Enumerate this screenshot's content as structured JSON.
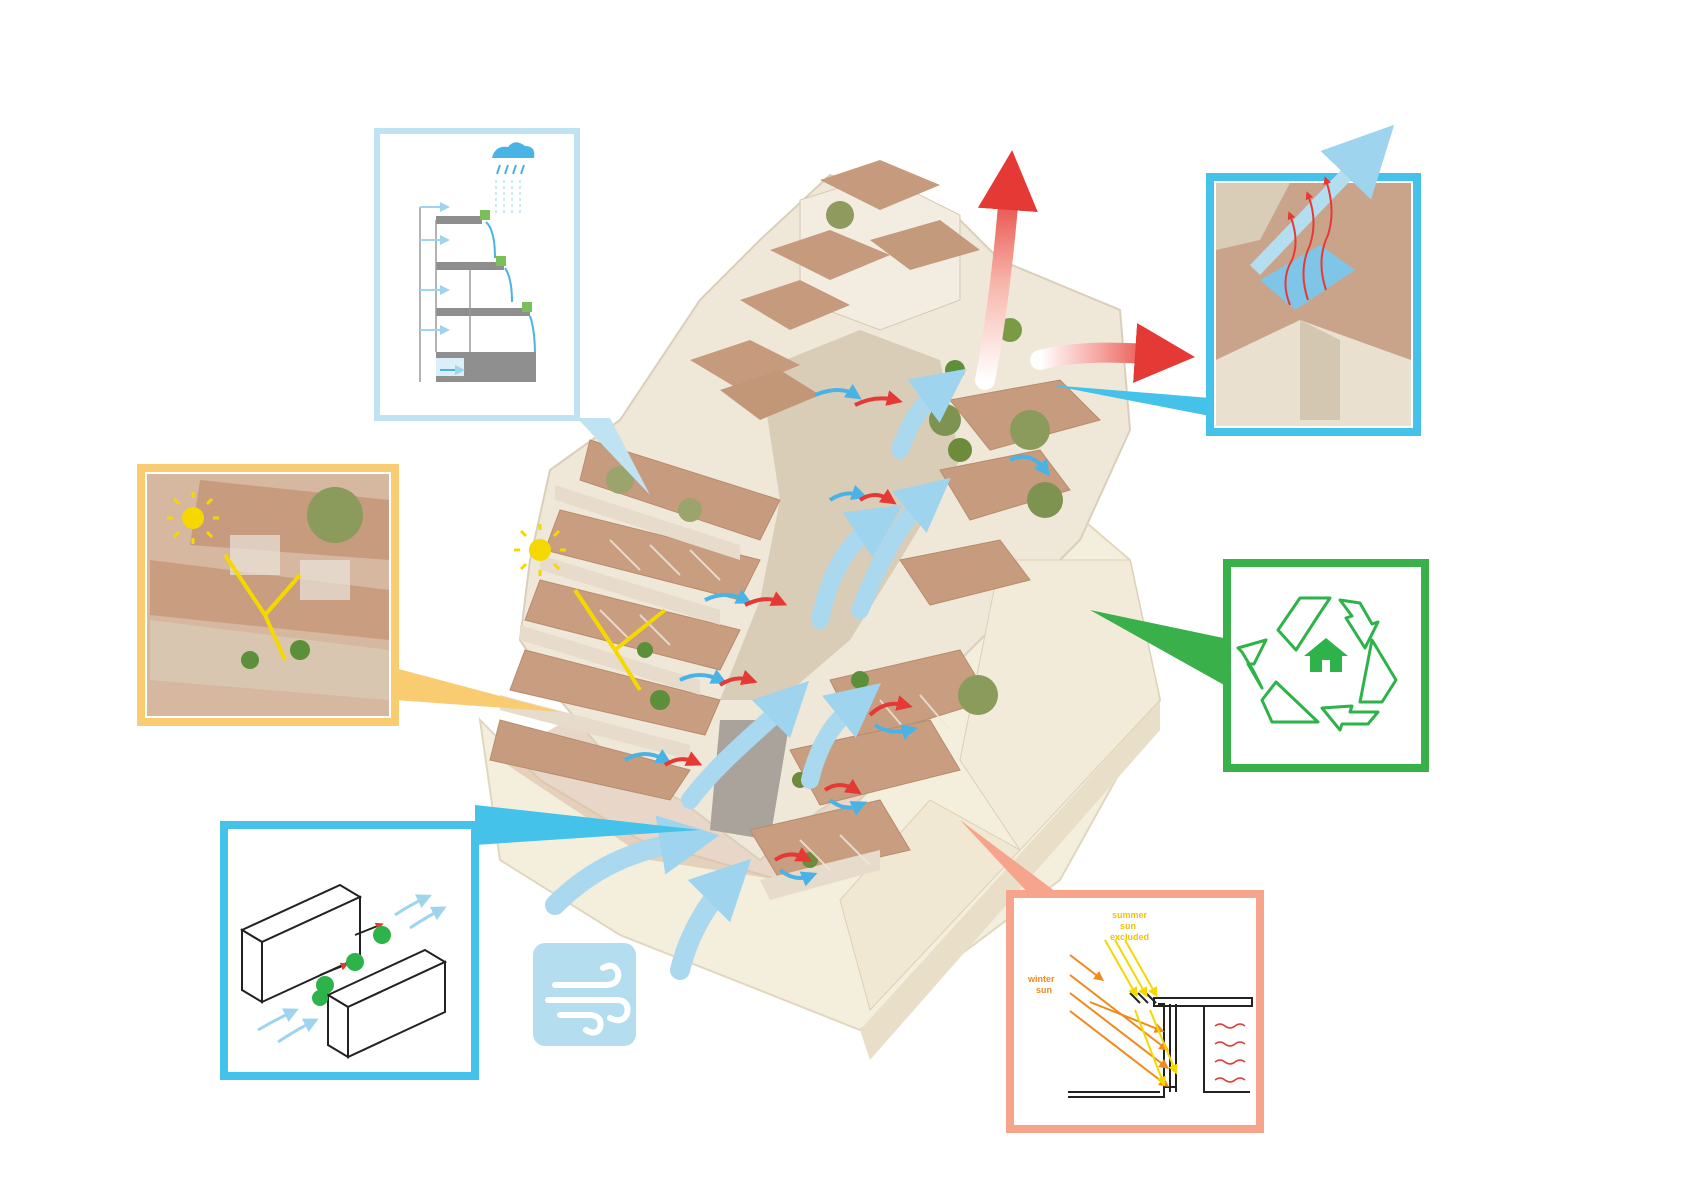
{
  "colors": {
    "rain_panel": "#bfe3f3",
    "solar_panel": "#f9cc72",
    "ventilation_panel": "#45c2ea",
    "recycle_panel": "#3ab04a",
    "thermal_panel": "#f6a48b",
    "wind_badge": "#b4def0",
    "building_wall": "#efe7d8",
    "roof_terracotta": "#c79a7c",
    "air_cool": "#9fd4ee",
    "air_warm": "#e53935",
    "sun_yellow": "#f5d800",
    "recycle_green": "#2db34a"
  },
  "icons": {
    "rain": "rain-cloud-icon",
    "sun": "sun-icon",
    "wind": "wind-icon",
    "recycle": "recycle-icon",
    "home": "home-icon"
  },
  "thermal": {
    "summer_label_1": "summer",
    "summer_label_2": "sun",
    "summer_label_3": "excluded",
    "winter_label_1": "winter",
    "winter_label_2": "sun"
  }
}
